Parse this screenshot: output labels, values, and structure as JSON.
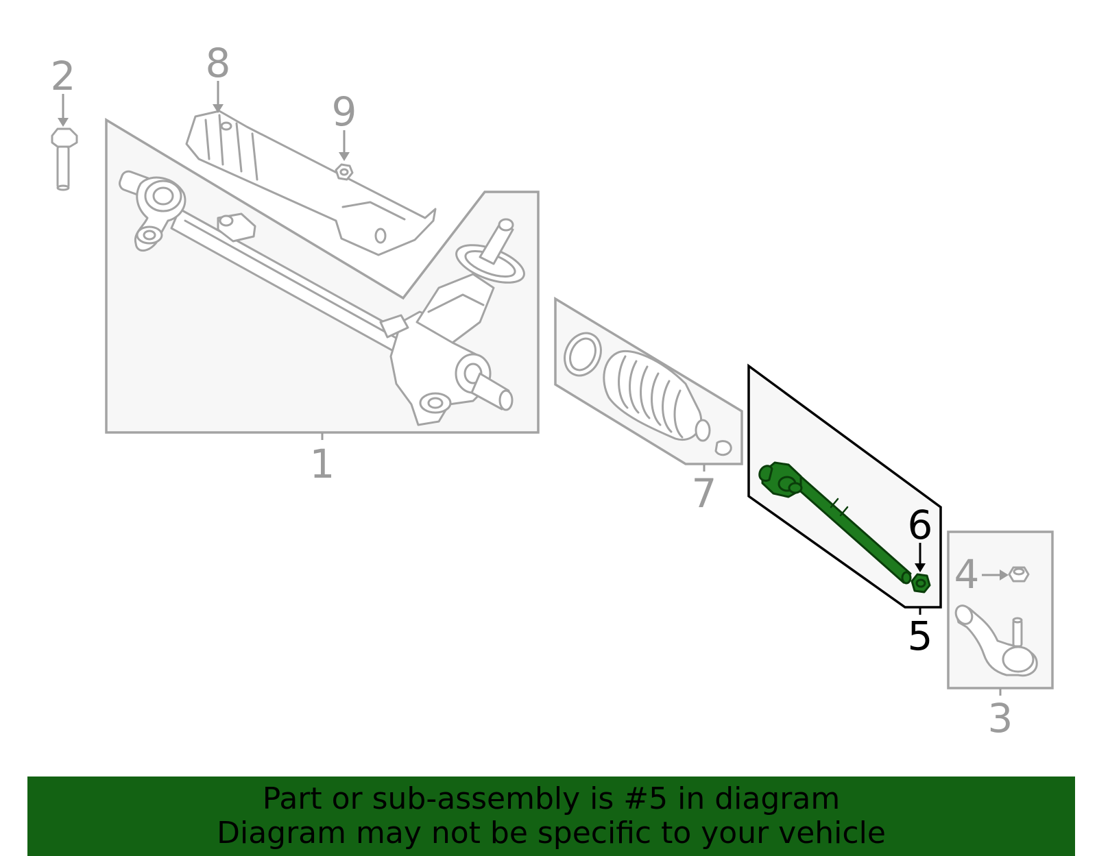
{
  "callouts": {
    "c1": "1",
    "c2": "2",
    "c3": "3",
    "c4": "4",
    "c5": "5",
    "c6": "6",
    "c7": "7",
    "c8": "8",
    "c9": "9"
  },
  "highlighted_part": "5",
  "colors": {
    "highlight": "#1e7a1e",
    "banner": "#136213",
    "callout_gray": "#9b9b9b",
    "outline_gray": "#a3a3a3"
  },
  "banner": {
    "line1": "Part or sub-assembly is #5 in diagram",
    "line2": "Diagram may not be specific to your vehicle"
  }
}
